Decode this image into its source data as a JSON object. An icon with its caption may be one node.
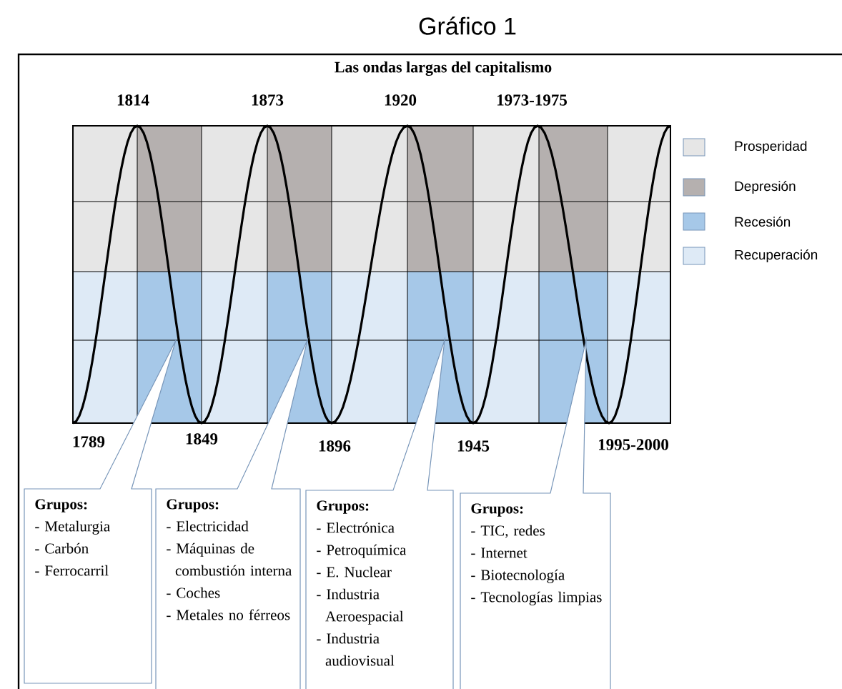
{
  "diagram": {
    "title": "Gráfico 1",
    "nodes": [
      {
        "text": [
          "Grupos:",
          "- Metalurgia",
          "- Carbón",
          "- Ferrocarril"
        ]
      },
      {
        "text": [
          "Grupos:",
          "- Electricidad",
          "- Máquinas de combustión interna",
          "- Coches",
          "- Metales no férreos"
        ]
      },
      {
        "text": [
          "Grupos:",
          "- Electrónica",
          "- Petroquímica",
          "- E. Nuclear",
          "- Industria Aeroespacial",
          "- Industria audiovisual"
        ]
      },
      {
        "text": [
          "Grupos:",
          "- TIC, redes",
          "- Internet",
          "- Biotecnología",
          "- Tecnologías limpias"
        ]
      }
    ],
    "edges": [],
    "labels": [
      "Las ondas largas del capitalismo",
      "1814",
      "1873",
      "1920",
      "1973-1975",
      "1789",
      "1849",
      "1896",
      "1945",
      "1995-2000"
    ],
    "legend": [
      {
        "text": "Prosperidad",
        "color": "#e6e6e6"
      },
      {
        "text": "Depresión",
        "color": "#b5b0af"
      },
      {
        "text": "Recesión",
        "color": "#a6c8e8"
      },
      {
        "text": "Recuperación",
        "color": "#deeaf6"
      }
    ]
  }
}
